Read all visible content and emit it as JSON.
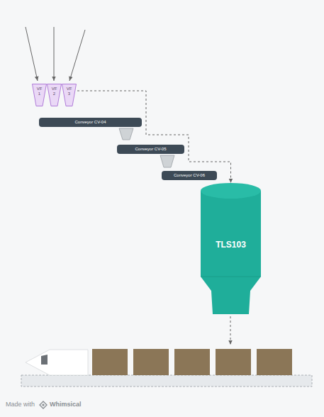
{
  "diagram": {
    "nodes": [
      {
        "text": [
          "VF 1"
        ]
      },
      {
        "text": [
          "VF 2"
        ]
      },
      {
        "text": [
          "VF 3"
        ]
      },
      {
        "text": [
          "Conveyor CV-04"
        ]
      },
      {
        "text": [
          "Conveyor CV-05"
        ]
      },
      {
        "text": [
          "Conveyor CV-06"
        ]
      },
      {
        "text": [
          "TLS103"
        ]
      }
    ],
    "edges": [
      {
        "from": 2,
        "to": 6,
        "arrow": "to"
      }
    ],
    "labels": [
      "Made with",
      "Whimsical"
    ]
  }
}
